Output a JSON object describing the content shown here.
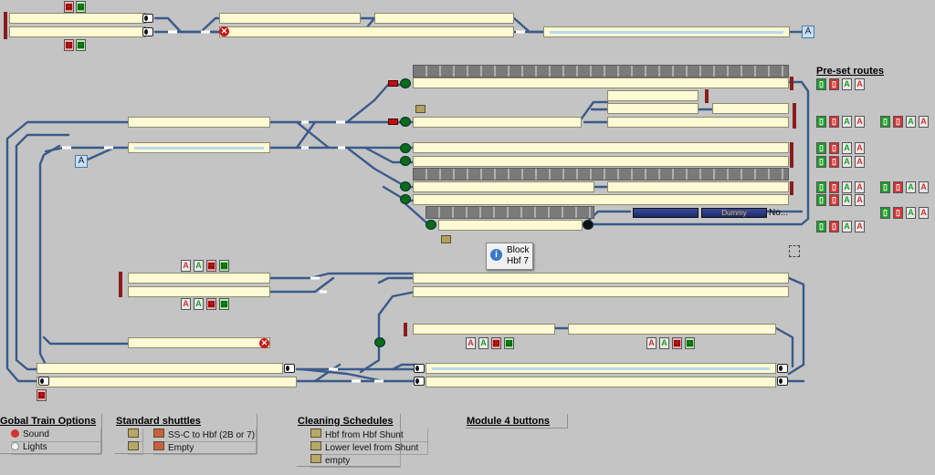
{
  "tags": {
    "a_top": "A",
    "a_left": "A"
  },
  "tooltip": {
    "icon": "i",
    "line1": "Block",
    "line2": "Hbf 7"
  },
  "train": {
    "label1": "Dummy",
    "label2": "No..."
  },
  "preset_routes": {
    "title": "Pre-set routes"
  },
  "global_options": {
    "title": "Gobal Train Options",
    "items": [
      {
        "label": "Sound",
        "color": "#d43232"
      },
      {
        "label": "Lights",
        "color": "#f4f4f4"
      }
    ]
  },
  "standard_shuttles": {
    "title": "Standard shuttles",
    "items": [
      {
        "label": "SS-C to Hbf (2B or 7)"
      },
      {
        "label": "Empty"
      }
    ]
  },
  "cleaning_schedules": {
    "title": "Cleaning Schedules",
    "items": [
      {
        "label": "Hbf from Hbf Shunt"
      },
      {
        "label": "Lower level from Shunt"
      },
      {
        "label": "empty"
      }
    ]
  },
  "module4": {
    "title": "Module 4 buttons"
  },
  "icons": {
    "route_green": "route-green-icon",
    "route_red": "route-red-icon",
    "route_arrow": "route-arrow-icon",
    "building": "building-icon",
    "signal": "signal-icon",
    "buffer": "buffer-stop-icon"
  },
  "colors": {
    "background": "#c4c4c4",
    "block": "#fdfad4",
    "track": "#3a5a8a",
    "occupied": "#bcd8f4"
  }
}
